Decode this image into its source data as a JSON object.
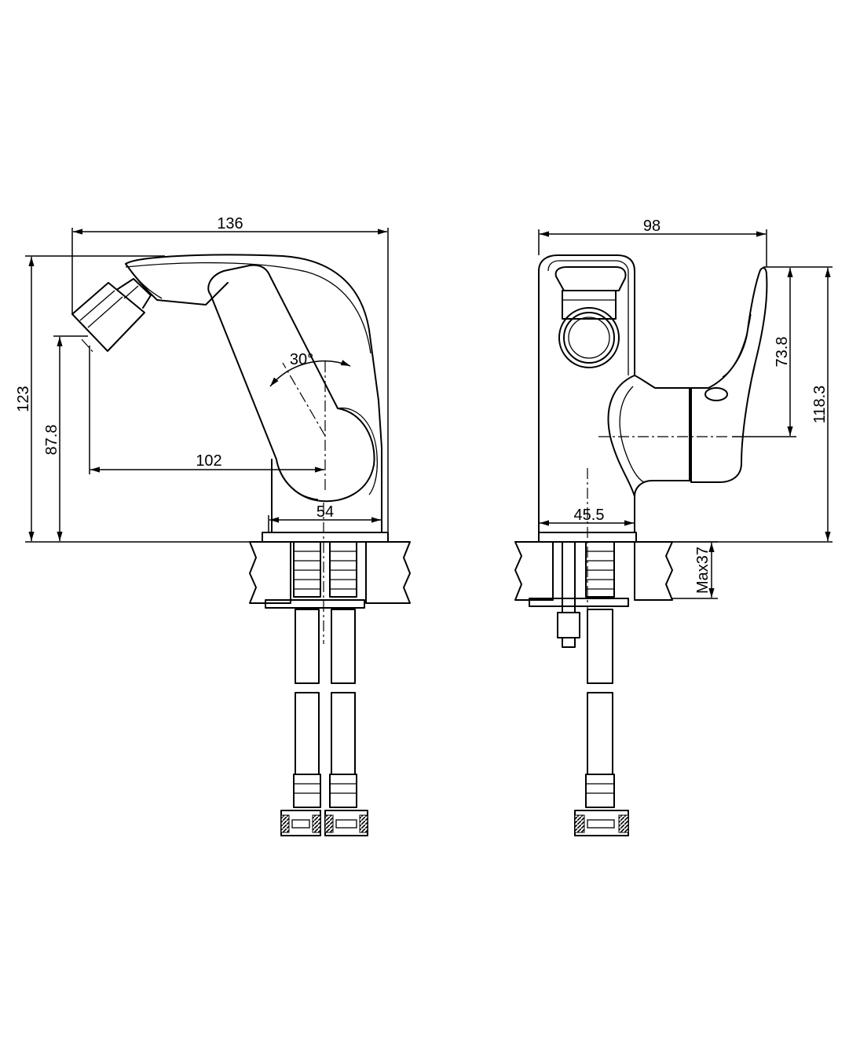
{
  "side_view": {
    "dim_total_width": "136",
    "dim_total_height": "123",
    "dim_spout_height": "87.8",
    "dim_spout_reach": "102",
    "dim_handle_angle": "30°",
    "dim_base_width": "54"
  },
  "front_view": {
    "dim_total_width": "98",
    "dim_handle_height": "73.8",
    "dim_total_height": "118.3",
    "dim_base_width": "45.5",
    "dim_max_thickness": "Max37"
  }
}
